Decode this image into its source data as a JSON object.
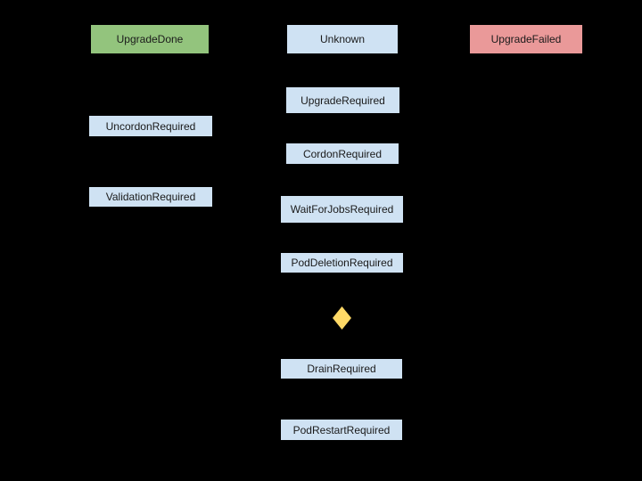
{
  "diagram": {
    "background_color": "#000000",
    "colors": {
      "state_done": "#93c47d",
      "state_default": "#cfe2f3",
      "state_failed": "#ea9999",
      "decision": "#ffd966",
      "text": "#1a1a1a"
    },
    "nodes": [
      {
        "id": "upgrade-done",
        "label": "UpgradeDone",
        "color": "#93c47d"
      },
      {
        "id": "unknown",
        "label": "Unknown",
        "color": "#cfe2f3"
      },
      {
        "id": "upgrade-failed",
        "label": "UpgradeFailed",
        "color": "#ea9999"
      },
      {
        "id": "upgrade-required",
        "label": "UpgradeRequired",
        "color": "#cfe2f3"
      },
      {
        "id": "uncordon-required",
        "label": "UncordonRequired",
        "color": "#cfe2f3"
      },
      {
        "id": "cordon-required",
        "label": "CordonRequired",
        "color": "#cfe2f3"
      },
      {
        "id": "validation-required",
        "label": "ValidationRequired",
        "color": "#cfe2f3"
      },
      {
        "id": "wait-for-jobs",
        "label": "WaitForJobsRequired",
        "color": "#cfe2f3"
      },
      {
        "id": "pod-deletion",
        "label": "PodDeletionRequired",
        "color": "#cfe2f3"
      },
      {
        "id": "drain-required",
        "label": "DrainRequired",
        "color": "#cfe2f3"
      },
      {
        "id": "pod-restart",
        "label": "PodRestartRequired",
        "color": "#cfe2f3"
      }
    ],
    "decision": {
      "id": "decision-diamond",
      "color": "#ffd966"
    }
  }
}
